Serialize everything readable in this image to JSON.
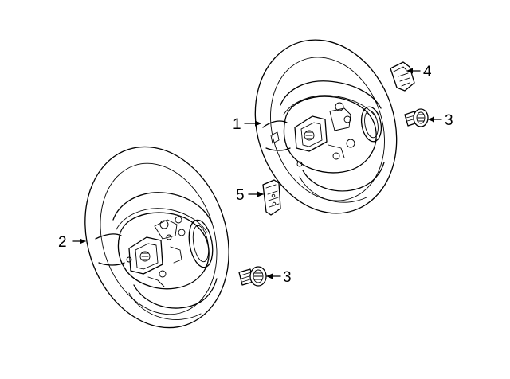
{
  "callouts": [
    {
      "id": "c1",
      "label": "1"
    },
    {
      "id": "c2",
      "label": "2"
    },
    {
      "id": "c3a",
      "label": "3"
    },
    {
      "id": "c3b",
      "label": "3"
    },
    {
      "id": "c4",
      "label": "4"
    },
    {
      "id": "c5",
      "label": "5"
    }
  ]
}
